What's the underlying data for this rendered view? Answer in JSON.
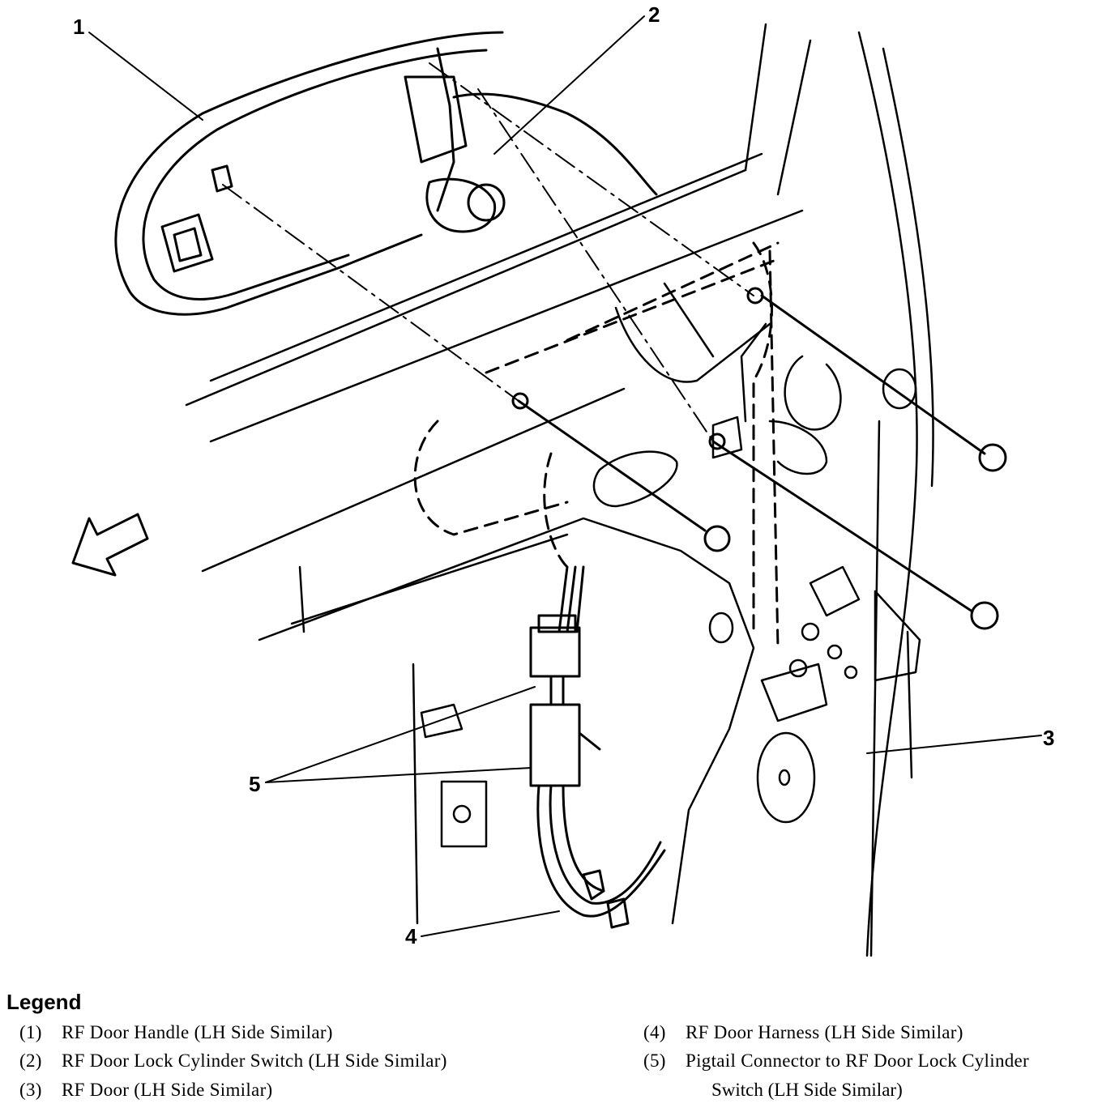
{
  "callouts": [
    "1",
    "2",
    "3",
    "4",
    "5"
  ],
  "legend": {
    "title": "Legend",
    "items": [
      {
        "num": "(1)",
        "text": "RF Door Handle (LH Side Similar)"
      },
      {
        "num": "(2)",
        "text": "RF Door Lock Cylinder Switch (LH Side Similar)"
      },
      {
        "num": "(3)",
        "text": "RF Door (LH Side Similar)"
      },
      {
        "num": "(4)",
        "text": "RF Door Harness (LH Side Similar)"
      },
      {
        "num": "(5)",
        "text": "Pigtail Connector to RF Door Lock Cylinder"
      }
    ],
    "item5_continuation": "Switch (LH Side Similar)"
  }
}
